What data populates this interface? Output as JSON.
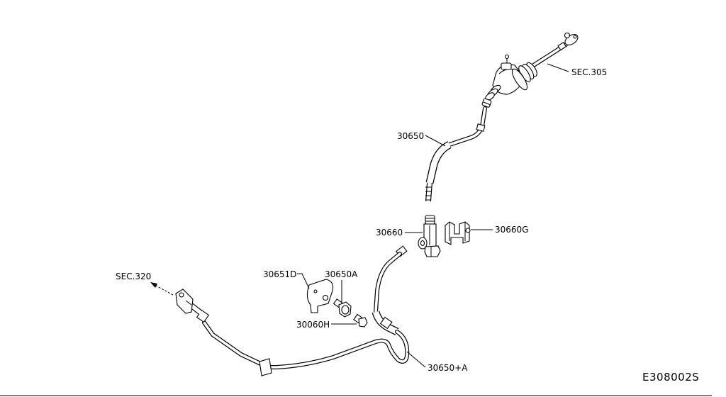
{
  "diagram": {
    "labels": {
      "sec_305": "SEC.305",
      "part_30650": "30650",
      "part_30660": "30660",
      "part_30660g": "30660G",
      "sec_320": "SEC.320",
      "part_30651d": "30651D",
      "part_30650a": "30650A",
      "part_30060h": "30060H",
      "part_30650_plus_a": "30650+A"
    },
    "figure_code": "E308002S"
  },
  "colors": {
    "line": "#000000",
    "background": "#ffffff"
  }
}
